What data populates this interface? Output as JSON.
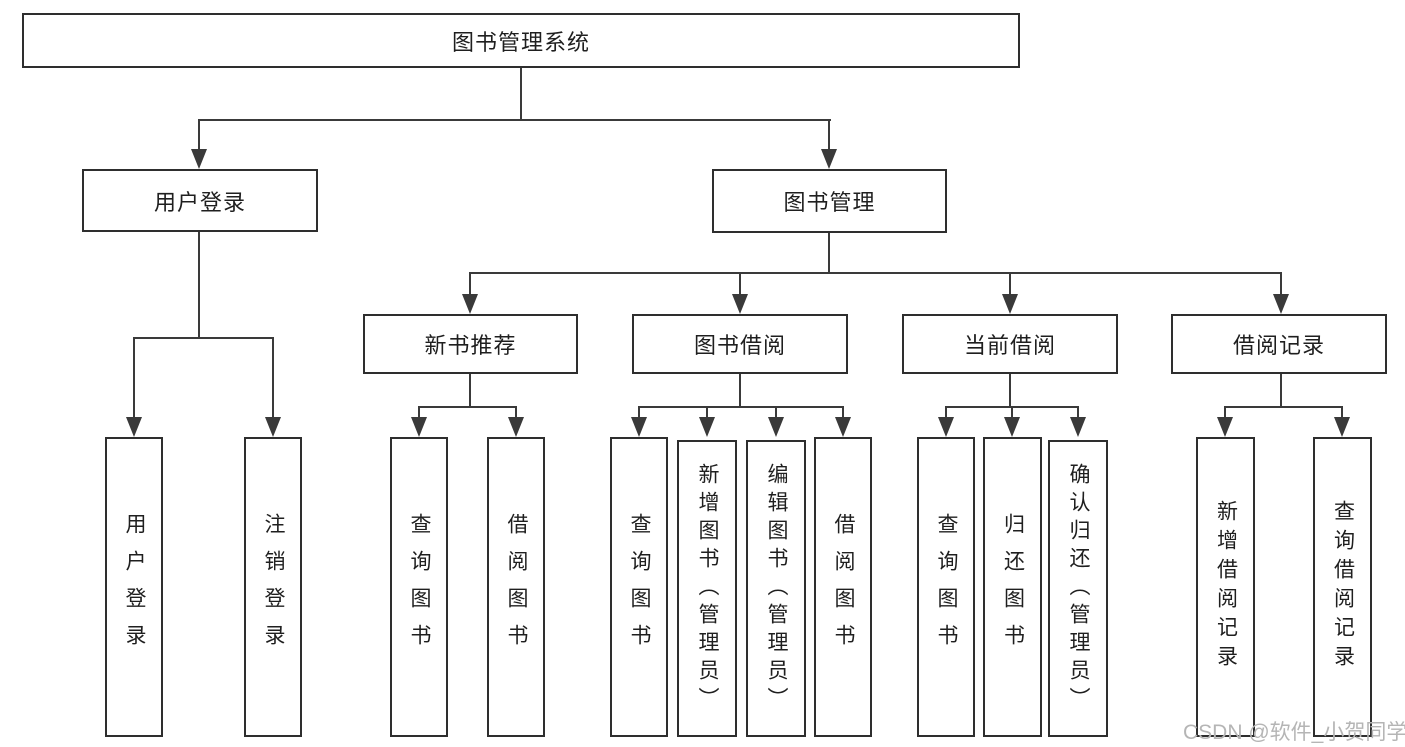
{
  "diagram": {
    "root_label": "图书管理系统",
    "level2": [
      {
        "label": "用户登录"
      },
      {
        "label": "图书管理"
      }
    ],
    "level3": [
      {
        "label": "新书推荐"
      },
      {
        "label": "图书借阅"
      },
      {
        "label": "当前借阅"
      },
      {
        "label": "借阅记录"
      }
    ],
    "leaves": {
      "user_login": [
        "用户登录",
        "注销登录"
      ],
      "new_book": [
        "查询图书",
        "借阅图书"
      ],
      "book_borrow": [
        "查询图书",
        "新增图书（管理员）",
        "编辑图书（管理员）",
        "借阅图书"
      ],
      "current_borrow": [
        "查询图书",
        "归还图书",
        "确认归还（管理员）"
      ],
      "borrow_record": [
        "新增借阅记录",
        "查询借阅记录"
      ]
    },
    "watermark": "CSDN @软件_小贺同学",
    "colors": {
      "line": "#3a3a3a",
      "box_border": "#2e2e2e",
      "text": "#1f1f1f",
      "watermark": "#b5b5b5"
    }
  }
}
